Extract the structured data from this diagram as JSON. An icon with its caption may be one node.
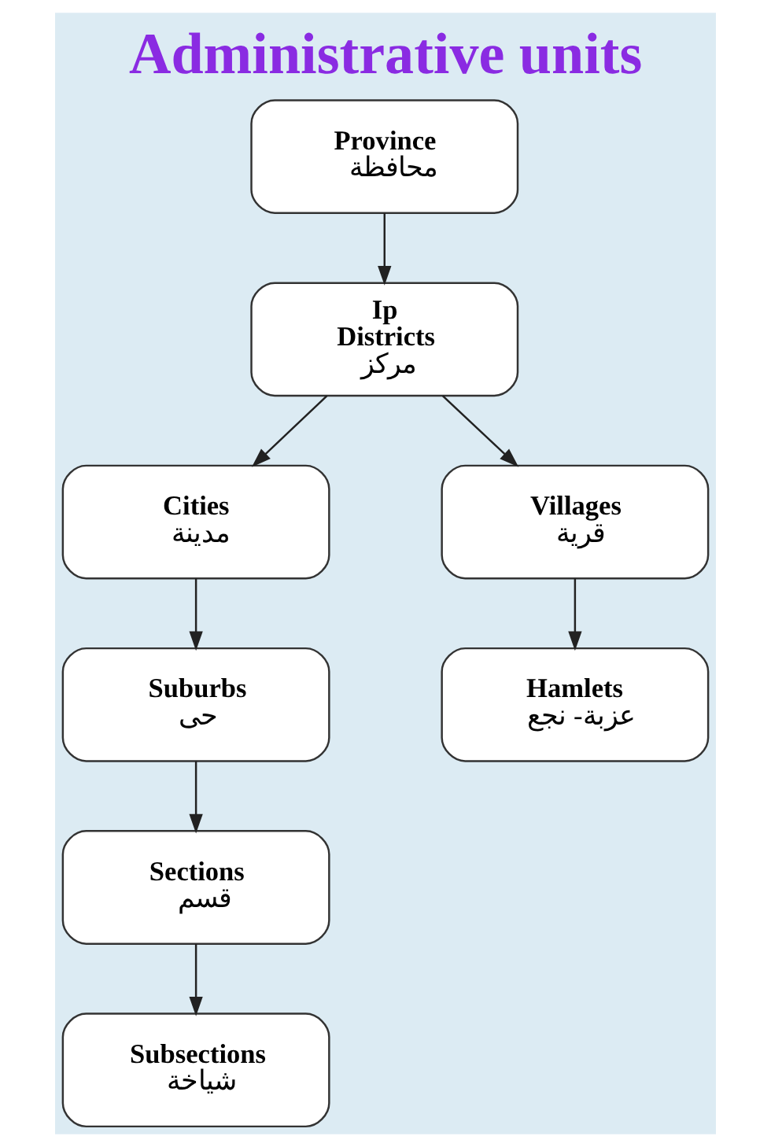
{
  "diagram": {
    "title": "Administrative units",
    "nodes": [
      {
        "text": [
          "Province",
          "محافظة"
        ]
      },
      {
        "text": [
          "Ip",
          "Districts",
          "مركز"
        ]
      },
      {
        "text": [
          "Cities",
          "مدينة"
        ]
      },
      {
        "text": [
          "Villages",
          "قرية"
        ]
      },
      {
        "text": [
          "Suburbs",
          "حى"
        ]
      },
      {
        "text": [
          "Hamlets",
          "عزبة- نجع"
        ]
      },
      {
        "text": [
          "Sections",
          "قسم"
        ]
      },
      {
        "text": [
          "Subsections",
          "شياخة"
        ]
      }
    ],
    "edges": [
      {
        "from": 0,
        "to": 1,
        "arrow": "to"
      },
      {
        "from": 1,
        "to": 2,
        "arrow": "to"
      },
      {
        "from": 1,
        "to": 3,
        "arrow": "to"
      },
      {
        "from": 2,
        "to": 4,
        "arrow": "to"
      },
      {
        "from": 3,
        "to": 5,
        "arrow": "to"
      },
      {
        "from": 4,
        "to": 6,
        "arrow": "to"
      },
      {
        "from": 6,
        "to": 7,
        "arrow": "to"
      }
    ]
  }
}
